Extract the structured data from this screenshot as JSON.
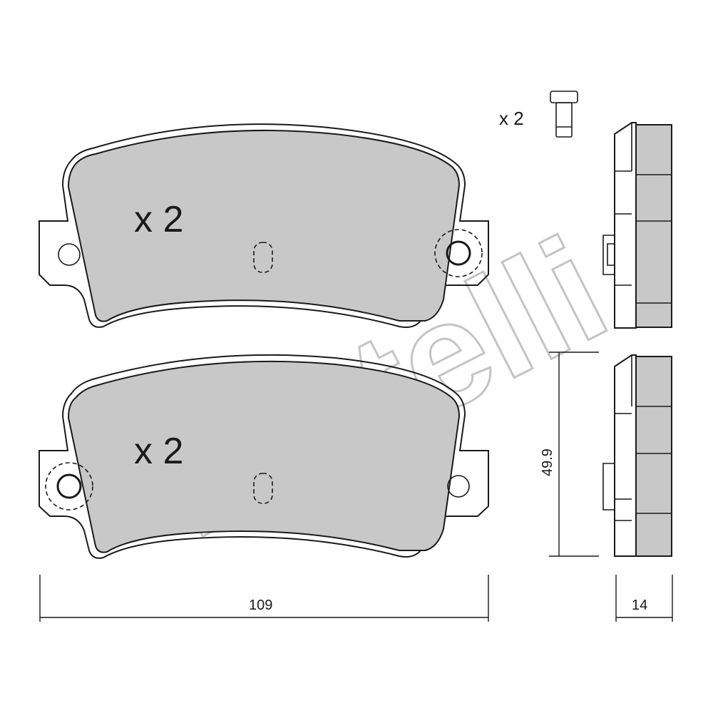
{
  "brand": "metelli",
  "pads": [
    {
      "quantity": "x 2"
    },
    {
      "quantity": "x 2"
    }
  ],
  "hardware": {
    "quantity": "x 2",
    "icon": "wear-indicator-pin-icon"
  },
  "dimensions": {
    "width": "109",
    "height": "49.9",
    "thickness": "14"
  },
  "colors": {
    "friction": "#c8c8c8",
    "line": "#1a1a1a",
    "watermark": "#c4c4c4"
  }
}
